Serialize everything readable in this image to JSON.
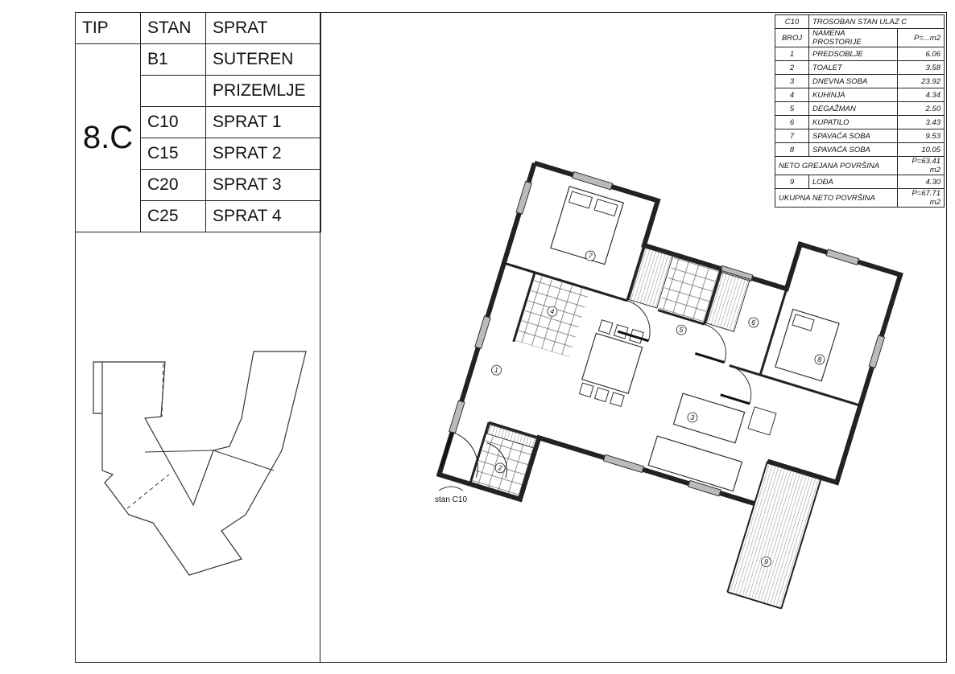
{
  "type_table": {
    "headers": {
      "tip": "TIP",
      "stan": "STAN",
      "sprat": "SPRAT"
    },
    "type_code": "8.C",
    "rows": [
      {
        "stan": "B1",
        "sprat": "SUTEREN"
      },
      {
        "stan": "",
        "sprat": "PRIZEMLJE"
      },
      {
        "stan": "C10",
        "sprat": "SPRAT 1"
      },
      {
        "stan": "C15",
        "sprat": "SPRAT 2"
      },
      {
        "stan": "C20",
        "sprat": "SPRAT 3"
      },
      {
        "stan": "C25",
        "sprat": "SPRAT 4"
      }
    ]
  },
  "legend": {
    "unit": "C10",
    "title": "TROSOBAN STAN ULAZ C",
    "col_num": "BROJ",
    "col_name": "NAMENA PROSTORIJE",
    "col_area": "P=...m2",
    "rooms": [
      {
        "n": "1",
        "name": "PREDSOBLJE",
        "area": "6.06"
      },
      {
        "n": "2",
        "name": "TOALET",
        "area": "3.58"
      },
      {
        "n": "3",
        "name": "DNEVNA SOBA",
        "area": "23.92"
      },
      {
        "n": "4",
        "name": "KUHINJA",
        "area": "4.34"
      },
      {
        "n": "5",
        "name": "DEGAŽMAN",
        "area": "2.50"
      },
      {
        "n": "6",
        "name": "KUPATILO",
        "area": "3.43"
      },
      {
        "n": "7",
        "name": "SPAVAĆA SOBA",
        "area": "9.53"
      },
      {
        "n": "8",
        "name": "SPAVAĆA SOBA",
        "area": "10.05"
      }
    ],
    "net_heated_label": "NETO GREJANA POVRŠINA",
    "net_heated_value": "P=63.41 m2",
    "loggia": {
      "n": "9",
      "name": "LOĐA",
      "area": "4.30"
    },
    "total_label": "UKUPNA NETO POVRŠINA",
    "total_value": "P=67.71 m2"
  },
  "plan": {
    "entrance_label": "stan C10",
    "room_markers": [
      "1",
      "2",
      "3",
      "4",
      "5",
      "6",
      "7",
      "8",
      "9"
    ]
  }
}
